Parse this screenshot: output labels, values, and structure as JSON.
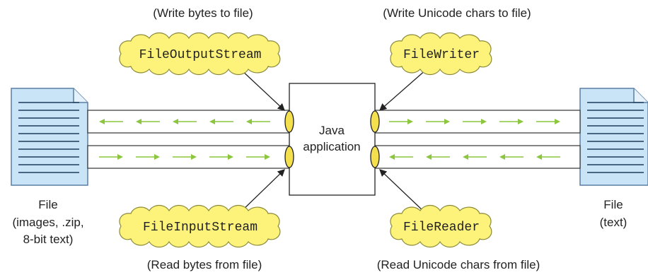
{
  "application": {
    "line1": "Java",
    "line2": "application"
  },
  "streams": {
    "file_output_stream": {
      "label": "FileOutputStream",
      "caption": "(Write bytes to file)"
    },
    "file_input_stream": {
      "label": "FileInputStream",
      "caption": "(Read bytes from file)"
    },
    "file_writer": {
      "label": "FileWriter",
      "caption": "(Write Unicode chars to file)"
    },
    "file_reader": {
      "label": "FileReader",
      "caption": "(Read Unicode chars from file)"
    }
  },
  "left_file": {
    "line1": "File",
    "line2": "(images, .zip,",
    "line3": "8-bit text)"
  },
  "right_file": {
    "line1": "File",
    "line2": "(text)"
  },
  "colors": {
    "cloud_fill": "#fdf27a",
    "cloud_stroke": "#8a8a3a",
    "doc_fill": "#c9e3f7",
    "doc_stroke": "#5b7fa3",
    "arrow": "#8cc63f",
    "connector_fill": "#f4e04d"
  }
}
